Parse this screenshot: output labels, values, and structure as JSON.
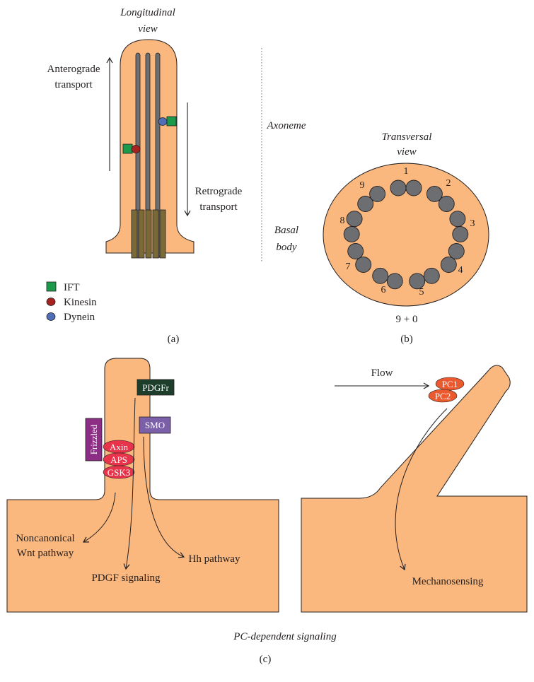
{
  "panel_a": {
    "title_line1": "Longitudinal",
    "title_line2": "view",
    "anterograde_line1": "Anterograde",
    "anterograde_line2": "transport",
    "retrograde_line1": "Retrograde",
    "retrograde_line2": "transport",
    "axoneme": "Axoneme",
    "basal_line1": "Basal",
    "basal_line2": "body",
    "legend": [
      {
        "label": "IFT",
        "color": "#1b9a4b",
        "icon": "square-icon"
      },
      {
        "label": "Kinesin",
        "color": "#a6241f",
        "icon": "red-circle-icon"
      },
      {
        "label": "Dynein",
        "color": "#4f6eb6",
        "icon": "blue-circle-icon"
      }
    ],
    "caption": "(a)"
  },
  "panel_b": {
    "title_line1": "Transversal",
    "title_line2": "view",
    "doublet_numbers": [
      "1",
      "2",
      "3",
      "4",
      "5",
      "6",
      "7",
      "8",
      "9"
    ],
    "formula": "9 + 0",
    "caption": "(b)"
  },
  "panel_c_left": {
    "pdgfr": "PDGFr",
    "smo": "SMO",
    "frizzled": "Frizzled",
    "axin": "Axin",
    "aps": "APS",
    "gsk3": "GSK3",
    "noncanonical_line1": "Noncanonical",
    "noncanonical_line2": "Wnt pathway",
    "pdgf_signaling": "PDGF signaling",
    "hh_pathway": "Hh pathway"
  },
  "panel_c_right": {
    "flow": "Flow",
    "pc1": "PC1",
    "pc2": "PC2",
    "mechanosensing": "Mechanosensing"
  },
  "panel_c": {
    "subtitle": "PC-dependent signaling",
    "caption": "(c)"
  },
  "colors": {
    "cell": "#fbb87e",
    "microtubule": "#6d6e71",
    "basal_body": "#7a6a37",
    "doublet": "#6d6e71",
    "pdgfr_box": "#1e3e2c",
    "smo_box": "#7b5fa8",
    "frizzled_box": "#8c2d86",
    "red_oval": "#e8334a",
    "pc_oval": "#ea5a2e"
  }
}
